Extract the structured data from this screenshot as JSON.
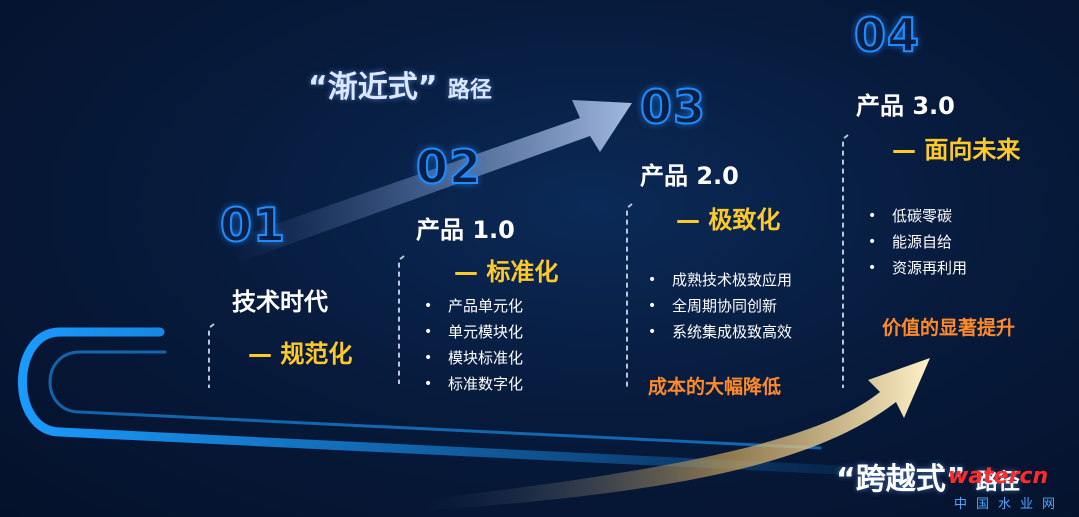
{
  "gradual_path": {
    "quote": "“渐近式”",
    "suffix": "路径"
  },
  "leap_path": {
    "quote": "“跨越式”",
    "suffix": "路径"
  },
  "stages": [
    {
      "num": "01",
      "title": "技术时代",
      "subtitle": "— 规范化"
    },
    {
      "num": "02",
      "title": "产品 1.0",
      "subtitle": "— 标准化",
      "bullets": [
        "产品单元化",
        "单元模块化",
        "模块标准化",
        "标准数字化"
      ]
    },
    {
      "num": "03",
      "title": "产品 2.0",
      "subtitle": "— 极致化",
      "bullets": [
        "成熟技术极致应用",
        "全周期协同创新",
        "系统集成极致高效"
      ],
      "result": "成本的大幅降低"
    },
    {
      "num": "04",
      "title": "产品 3.0",
      "subtitle": "— 面向未来",
      "bullets": [
        "低碳零碳",
        "能源自给",
        "资源再利用"
      ],
      "result": "价值的显著提升"
    }
  ],
  "watermark": {
    "logo": "watercn",
    "cn": "中国水业网"
  },
  "colors": {
    "accent_blue": "#1f8cff",
    "highlight_yellow": "#ffc928",
    "result_orange": "#ff8a2a"
  }
}
